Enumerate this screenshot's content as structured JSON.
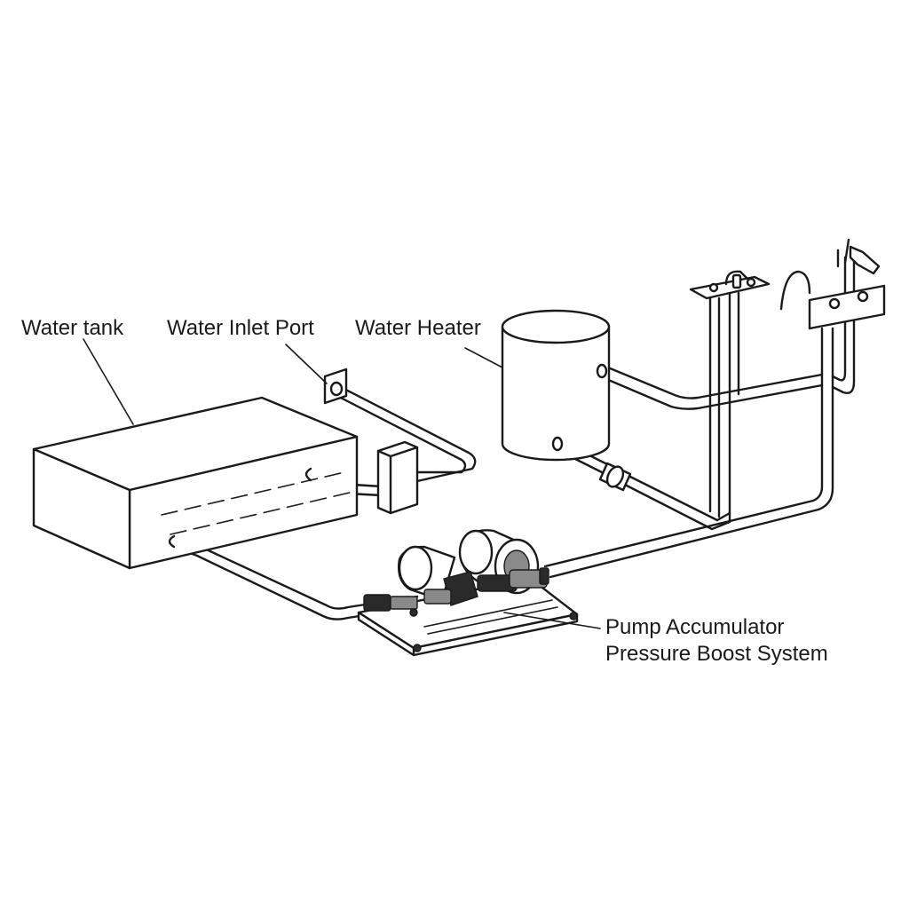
{
  "labels": {
    "water_tank": "Water tank",
    "water_inlet_port": "Water Inlet Port",
    "water_heater": "Water Heater",
    "pump_line1": "Pump Accumulator",
    "pump_line2": "Pressure Boost System"
  },
  "colors": {
    "line": "#1a1a1a",
    "background": "#ffffff"
  }
}
